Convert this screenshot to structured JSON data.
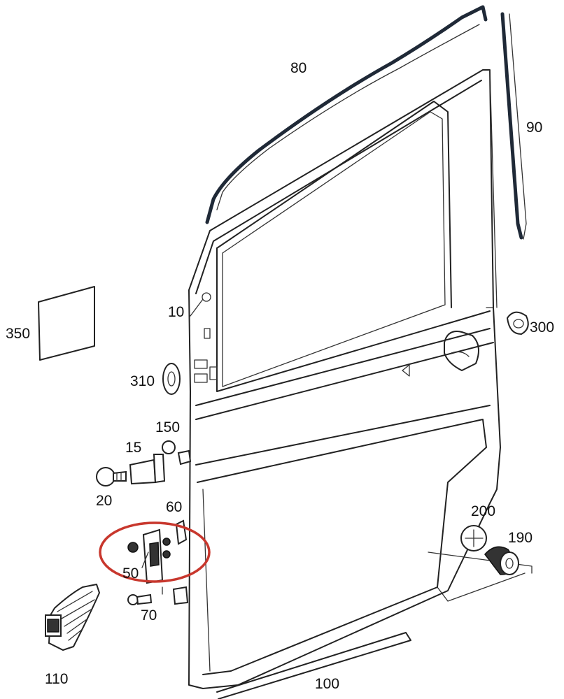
{
  "diagram": {
    "callouts": [
      {
        "id": "80",
        "text": "80"
      },
      {
        "id": "90",
        "text": "90"
      },
      {
        "id": "10",
        "text": "10"
      },
      {
        "id": "350",
        "text": "350"
      },
      {
        "id": "300",
        "text": "300"
      },
      {
        "id": "310",
        "text": "310"
      },
      {
        "id": "150",
        "text": "150"
      },
      {
        "id": "15",
        "text": "15"
      },
      {
        "id": "20",
        "text": "20"
      },
      {
        "id": "60",
        "text": "60"
      },
      {
        "id": "200",
        "text": "200"
      },
      {
        "id": "190",
        "text": "190"
      },
      {
        "id": "50",
        "text": "50"
      },
      {
        "id": "70",
        "text": "70"
      },
      {
        "id": "110",
        "text": "110"
      },
      {
        "id": "100",
        "text": "100"
      }
    ],
    "highlight_color": "#c8372d",
    "highlighted_part": "50"
  }
}
